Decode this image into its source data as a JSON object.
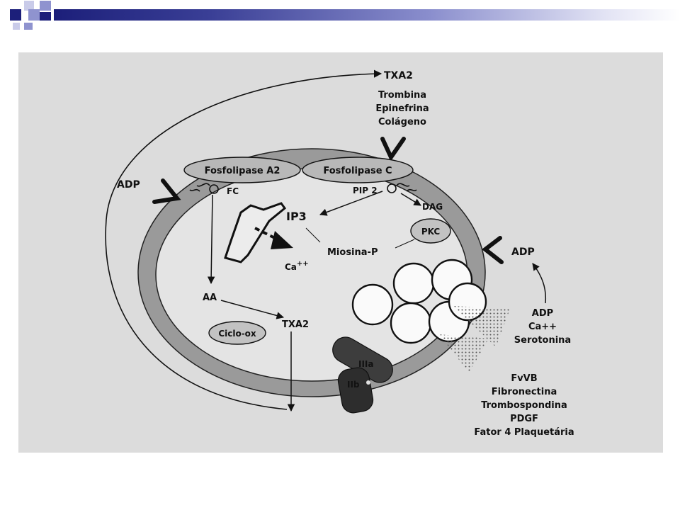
{
  "labels": {
    "txa2_top": "TXA2",
    "trombina": "Trombina",
    "epinefrina": "Epinefrina",
    "colageno": "Colágeno",
    "fosfolipase_a2": "Fosfolipase A2",
    "fosfolipase_c": "Fosfolipase C",
    "adp_left": "ADP",
    "fc": "FC",
    "pip2": "PIP 2",
    "dag": "DAG",
    "ip3": "IP3",
    "pkc": "PKC",
    "miosina": "Miosina-P",
    "ca": "Ca",
    "ca_sup": "++",
    "aa": "AA",
    "txa2_mid": "TXA2",
    "ciclo": "Ciclo-ox",
    "iiia": "IIIa",
    "iib": "IIb",
    "adp_right": "ADP",
    "adp_release": "ADP",
    "ca_release": "Ca++",
    "serotonina": "Serotonina",
    "fvvb": "FvVB",
    "fibronectina": "Fibronectina",
    "trombospondina": "Trombospondina",
    "pdgf": "PDGF",
    "fator4": "Fator 4 Plaquetária"
  }
}
